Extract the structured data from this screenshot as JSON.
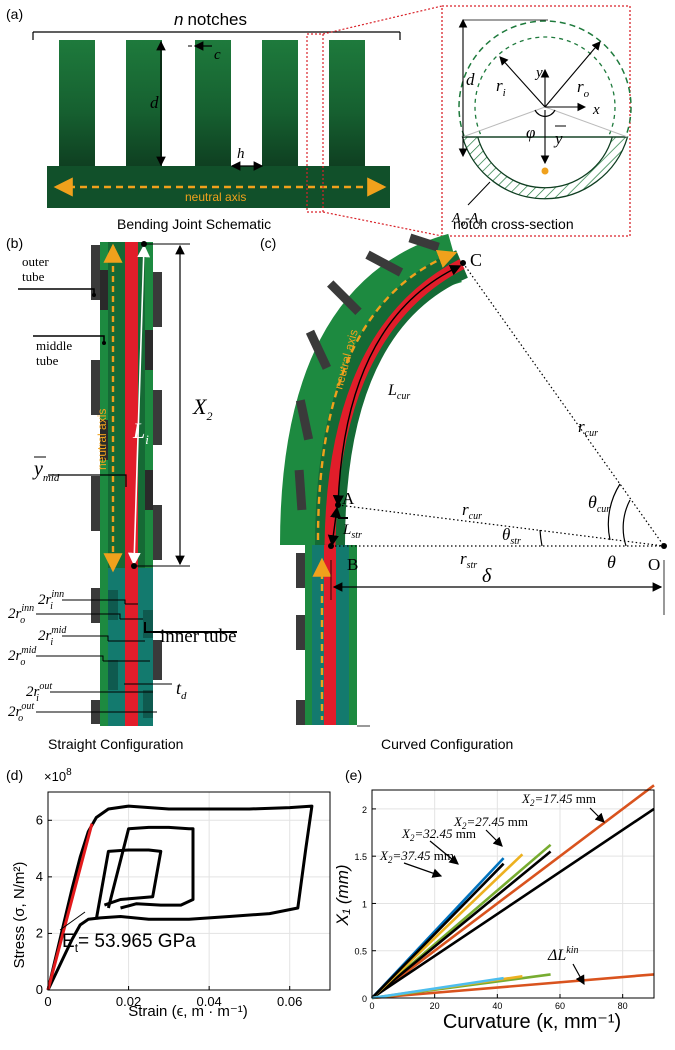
{
  "panels": {
    "a": {
      "label": "(a)",
      "top_label": "n notches",
      "dims": {
        "c": "c",
        "d": "d",
        "h": "h"
      },
      "neutral_axis": "neutral axis",
      "caption": "Bending Joint Schematic",
      "inset": {
        "d": "d",
        "ri": "r",
        "ri_sub": "i",
        "ro": "r",
        "ro_sub": "o",
        "x": "x",
        "y": "y",
        "phi": "φ",
        "ybar": "y",
        "area_main": "A",
        "area_sub_o": "o",
        "area_dash": "-A",
        "area_sub_i": "i",
        "caption": "notch cross-section"
      }
    },
    "b": {
      "label": "(b)",
      "outer_tube": [
        "outer",
        "tube"
      ],
      "middle_tube": [
        "middle",
        "tube"
      ],
      "neutral_axis": "neutral axis",
      "Li": "L",
      "Li_sub": "i",
      "X2": "X",
      "X2_sub": "2",
      "ymid": "y",
      "ymid_sub": "mid",
      "inner_tube": "inner tube",
      "td": "t",
      "td_sub": "d",
      "radii": [
        {
          "base": "2r",
          "sub": "o",
          "sup": "inn"
        },
        {
          "base": "2r",
          "sub": "i",
          "sup": "inn"
        },
        {
          "base": "2r",
          "sub": "i",
          "sup": "mid"
        },
        {
          "base": "2r",
          "sub": "o",
          "sup": "mid"
        },
        {
          "base": "2r",
          "sub": "i",
          "sup": "out"
        },
        {
          "base": "2r",
          "sub": "o",
          "sup": "out"
        }
      ],
      "caption": "Straight Configuration"
    },
    "c": {
      "label": "(c)",
      "points": {
        "A": "A",
        "B": "B",
        "C": "C",
        "O": "O"
      },
      "neutral_axis": "neutral axis",
      "Lcur": "L",
      "Lcur_sub": "cur",
      "Lstr": "L",
      "Lstr_sub": "str",
      "rcur": "r",
      "rcur_sub": "cur",
      "rstr": "r",
      "rstr_sub": "str",
      "theta": "θ",
      "theta_cur_sub": "cur",
      "theta_str_sub": "str",
      "delta": "δ",
      "caption": "Curved Configuration"
    },
    "d": {
      "label": "(d)",
      "exponent": "×10",
      "exponent_sup": "8",
      "annotation": "E",
      "annotation_sub": "t",
      "annotation_rest": "= 53.965 GPa"
    },
    "e": {
      "label": "(e)",
      "series_labels": [
        {
          "var": "X",
          "sub": "2",
          "val": "=17.45",
          "unit": " mm"
        },
        {
          "var": "X",
          "sub": "2",
          "val": "=27.45",
          "unit": " mm"
        },
        {
          "var": "X",
          "sub": "2",
          "val": "=32.45",
          "unit": " mm"
        },
        {
          "var": "X",
          "sub": "2",
          "val": "=37.45",
          "unit": " mm"
        }
      ],
      "kin_label": "ΔL",
      "kin_sup": "kin"
    }
  },
  "chart_data": [
    {
      "type": "line",
      "title": "",
      "xlabel": "Strain (ϵ, m · m⁻¹)",
      "ylabel": "Stress (σ, N/m²)",
      "y_multiplier": "×10^8",
      "xlim": [
        0,
        0.07
      ],
      "ylim": [
        0,
        7
      ],
      "xticks": [
        "0",
        "0.02",
        "0.04",
        "0.06"
      ],
      "yticks": [
        "0",
        "2",
        "4",
        "6"
      ],
      "grid": true,
      "series": [
        {
          "name": "",
          "color": "#000000",
          "x": [
            0,
            0.004,
            0.006,
            0.008,
            0.01,
            0.012,
            0.015,
            0.02,
            0.03,
            0.04,
            0.05,
            0.06,
            0.0655,
            0.064,
            0.062,
            0.055,
            0.045,
            0.035,
            0.025,
            0.018,
            0.013,
            0.01,
            0.008,
            0.006,
            0.004,
            0.002,
            0
          ],
          "y": [
            0,
            2.4,
            3.6,
            4.7,
            5.6,
            6.1,
            6.4,
            6.5,
            6.4,
            6.4,
            6.4,
            6.45,
            6.5,
            5.0,
            2.9,
            2.7,
            2.6,
            2.5,
            2.5,
            2.6,
            2.55,
            2.5,
            2.3,
            1.8,
            1.2,
            0.6,
            0
          ]
        },
        {
          "name": "",
          "color": "#000000",
          "x": [
            0.015,
            0.02,
            0.025,
            0.03,
            0.035,
            0.036,
            0.036,
            0.033,
            0.028,
            0.022,
            0.018
          ],
          "y": [
            2.9,
            5.7,
            5.75,
            5.75,
            5.7,
            5.7,
            3.2,
            3.0,
            3.0,
            3.05,
            2.9
          ]
        },
        {
          "name": "",
          "color": "#000000",
          "x": [
            0.012,
            0.015,
            0.02,
            0.025,
            0.028,
            0.026,
            0.022,
            0.018,
            0.014
          ],
          "y": [
            2.5,
            4.9,
            4.95,
            4.95,
            4.9,
            3.3,
            3.25,
            3.2,
            3.0
          ]
        },
        {
          "name": "",
          "color": "#e31a1c",
          "x": [
            0,
            0.0109
          ],
          "y": [
            0,
            5.88
          ]
        }
      ]
    },
    {
      "type": "line",
      "title": "",
      "xlabel": "Curvature (κ, mm⁻¹)",
      "ylabel": "X₁ (mm)",
      "xlim": [
        0,
        90
      ],
      "ylim": [
        0,
        2.2
      ],
      "xticks": [
        "0",
        "20",
        "40",
        "60",
        "80"
      ],
      "yticks": [
        "0",
        "0.5",
        "1",
        "1.5",
        "2"
      ],
      "grid": true,
      "series": [
        {
          "name": "X2=17.45 mm",
          "color": "#d9531e",
          "x": [
            0,
            90
          ],
          "y": [
            0,
            2.25
          ]
        },
        {
          "name": "X2=17.45 mm",
          "color": "#000000",
          "x": [
            0,
            90
          ],
          "y": [
            0,
            2.0
          ]
        },
        {
          "name": "X2=27.45 mm",
          "color": "#77ac30",
          "x": [
            0,
            57
          ],
          "y": [
            0,
            1.62
          ]
        },
        {
          "name": "X2=27.45 mm",
          "color": "#000000",
          "x": [
            0,
            57
          ],
          "y": [
            0,
            1.55
          ]
        },
        {
          "name": "X2=32.45 mm",
          "color": "#edb120",
          "x": [
            0,
            48
          ],
          "y": [
            0,
            1.52
          ]
        },
        {
          "name": "X2=37.45 mm",
          "color": "#0072bd",
          "x": [
            0,
            42
          ],
          "y": [
            0,
            1.48
          ]
        },
        {
          "name": "X2=37.45 mm",
          "color": "#000000",
          "x": [
            0,
            42
          ],
          "y": [
            0,
            1.42
          ]
        },
        {
          "name": "ΔLkin",
          "color": "#d9531e",
          "x": [
            0,
            90
          ],
          "y": [
            0,
            0.25
          ]
        },
        {
          "name": "ΔLkin",
          "color": "#77ac30",
          "x": [
            0,
            57
          ],
          "y": [
            0,
            0.25
          ]
        },
        {
          "name": "ΔLkin",
          "color": "#edb120",
          "x": [
            0,
            48
          ],
          "y": [
            0,
            0.23
          ]
        },
        {
          "name": "ΔLkin",
          "color": "#4dbeee",
          "x": [
            0,
            42
          ],
          "y": [
            0,
            0.21
          ]
        }
      ]
    }
  ],
  "colors": {
    "green": "#1e7a3c",
    "dark_green": "#0e3d20",
    "red": "#e11d2a",
    "orange": "#f0a11c",
    "red_dotted": "#d9232a"
  }
}
